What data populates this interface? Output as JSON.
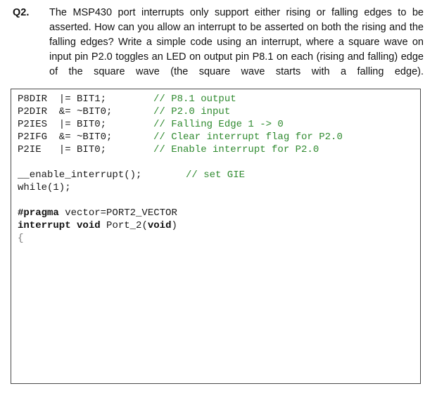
{
  "question": {
    "number": "Q2.",
    "text": "The MSP430 port interrupts only support either rising or falling edges to be asserted. How can you allow an interrupt to be asserted on both the rising and the falling edges? Write a simple code using an interrupt, where a square wave on input pin P2.0 toggles an LED on output pin P8.1 on each (rising and falling) edge of the square wave (the square wave starts with a falling edge)."
  },
  "code": {
    "setup": [
      {
        "code": "P8DIR  |= BIT1;",
        "comment": "// P8.1 output"
      },
      {
        "code": "P2DIR  &= ~BIT0;",
        "comment": "// P2.0 input"
      },
      {
        "code": "P2IES  |= BIT0;",
        "comment": "// Falling Edge 1 -> 0"
      },
      {
        "code": "P2IFG  &= ~BIT0;",
        "comment": "// Clear interrupt flag for P2.0"
      },
      {
        "code": "P2IE   |= BIT0;",
        "comment": "// Enable interrupt for P2.0"
      }
    ],
    "enable_line": {
      "code": "__enable_interrupt();",
      "comment": "// set GIE"
    },
    "loop_line": "while(1);",
    "pragma": {
      "keyword": "#pragma",
      "rest": " vector=PORT2_VECTOR"
    },
    "isr": {
      "kw1": "interrupt",
      "kw2": "void",
      "name": " Port_2(",
      "kw3": "void",
      "close": ")"
    },
    "open_brace": "{"
  }
}
